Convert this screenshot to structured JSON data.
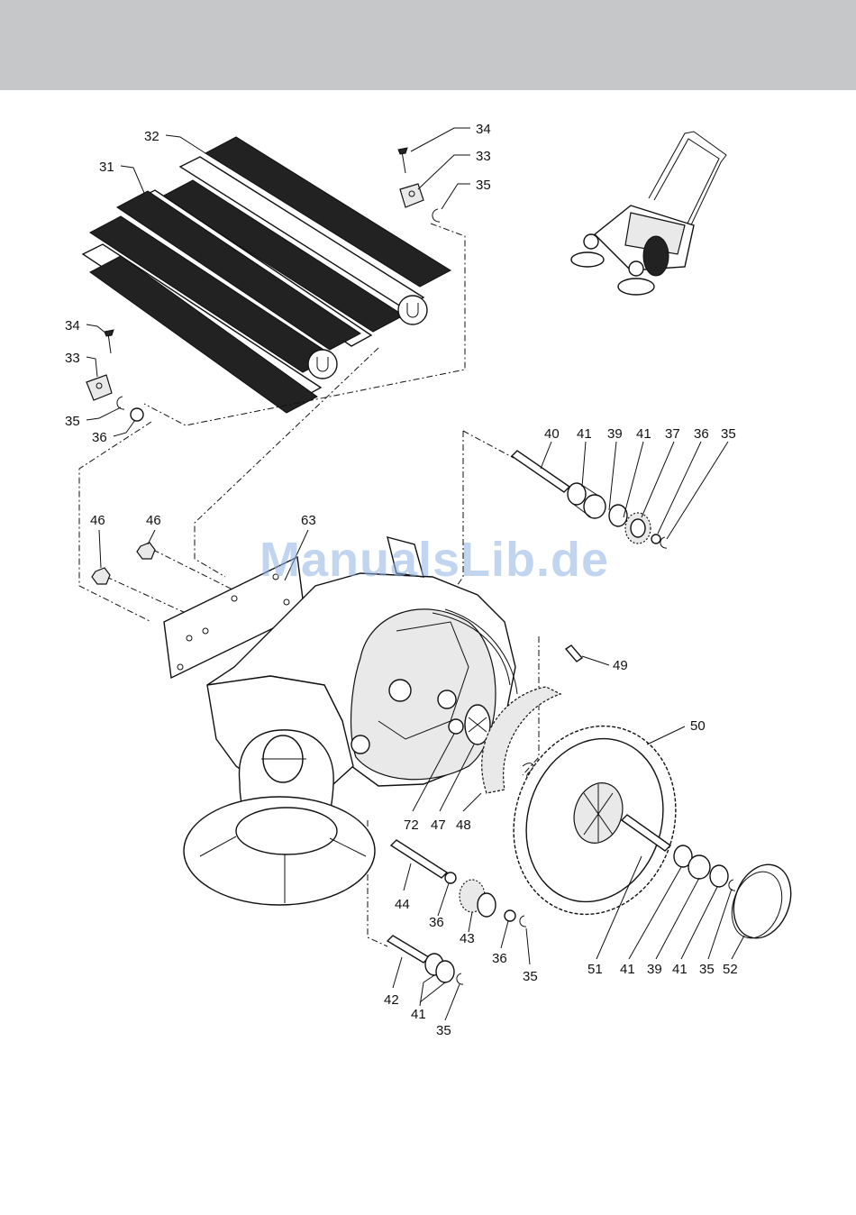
{
  "watermark": "ManualsLib.de",
  "callouts": [
    {
      "id": "c-32",
      "text": "32"
    },
    {
      "id": "c-31",
      "text": "31"
    },
    {
      "id": "c-34a",
      "text": "34"
    },
    {
      "id": "c-33a",
      "text": "33"
    },
    {
      "id": "c-35a",
      "text": "35"
    },
    {
      "id": "c-34b",
      "text": "34"
    },
    {
      "id": "c-33b",
      "text": "33"
    },
    {
      "id": "c-35b",
      "text": "35"
    },
    {
      "id": "c-36a",
      "text": "36"
    },
    {
      "id": "c-40",
      "text": "40"
    },
    {
      "id": "c-41a",
      "text": "41"
    },
    {
      "id": "c-39a",
      "text": "39"
    },
    {
      "id": "c-41b",
      "text": "41"
    },
    {
      "id": "c-37",
      "text": "37"
    },
    {
      "id": "c-36b",
      "text": "36"
    },
    {
      "id": "c-35c",
      "text": "35"
    },
    {
      "id": "c-46a",
      "text": "46"
    },
    {
      "id": "c-46b",
      "text": "46"
    },
    {
      "id": "c-63",
      "text": "63"
    },
    {
      "id": "c-49",
      "text": "49"
    },
    {
      "id": "c-50",
      "text": "50"
    },
    {
      "id": "c-72",
      "text": "72"
    },
    {
      "id": "c-47",
      "text": "47"
    },
    {
      "id": "c-48",
      "text": "48"
    },
    {
      "id": "c-44",
      "text": "44"
    },
    {
      "id": "c-36c",
      "text": "36"
    },
    {
      "id": "c-43",
      "text": "43"
    },
    {
      "id": "c-36d",
      "text": "36"
    },
    {
      "id": "c-35d",
      "text": "35"
    },
    {
      "id": "c-42",
      "text": "42"
    },
    {
      "id": "c-41c",
      "text": "41"
    },
    {
      "id": "c-35e",
      "text": "35"
    },
    {
      "id": "c-51",
      "text": "51"
    },
    {
      "id": "c-41d",
      "text": "41"
    },
    {
      "id": "c-39b",
      "text": "39"
    },
    {
      "id": "c-41e",
      "text": "41"
    },
    {
      "id": "c-35f",
      "text": "35"
    },
    {
      "id": "c-52",
      "text": "52"
    }
  ]
}
